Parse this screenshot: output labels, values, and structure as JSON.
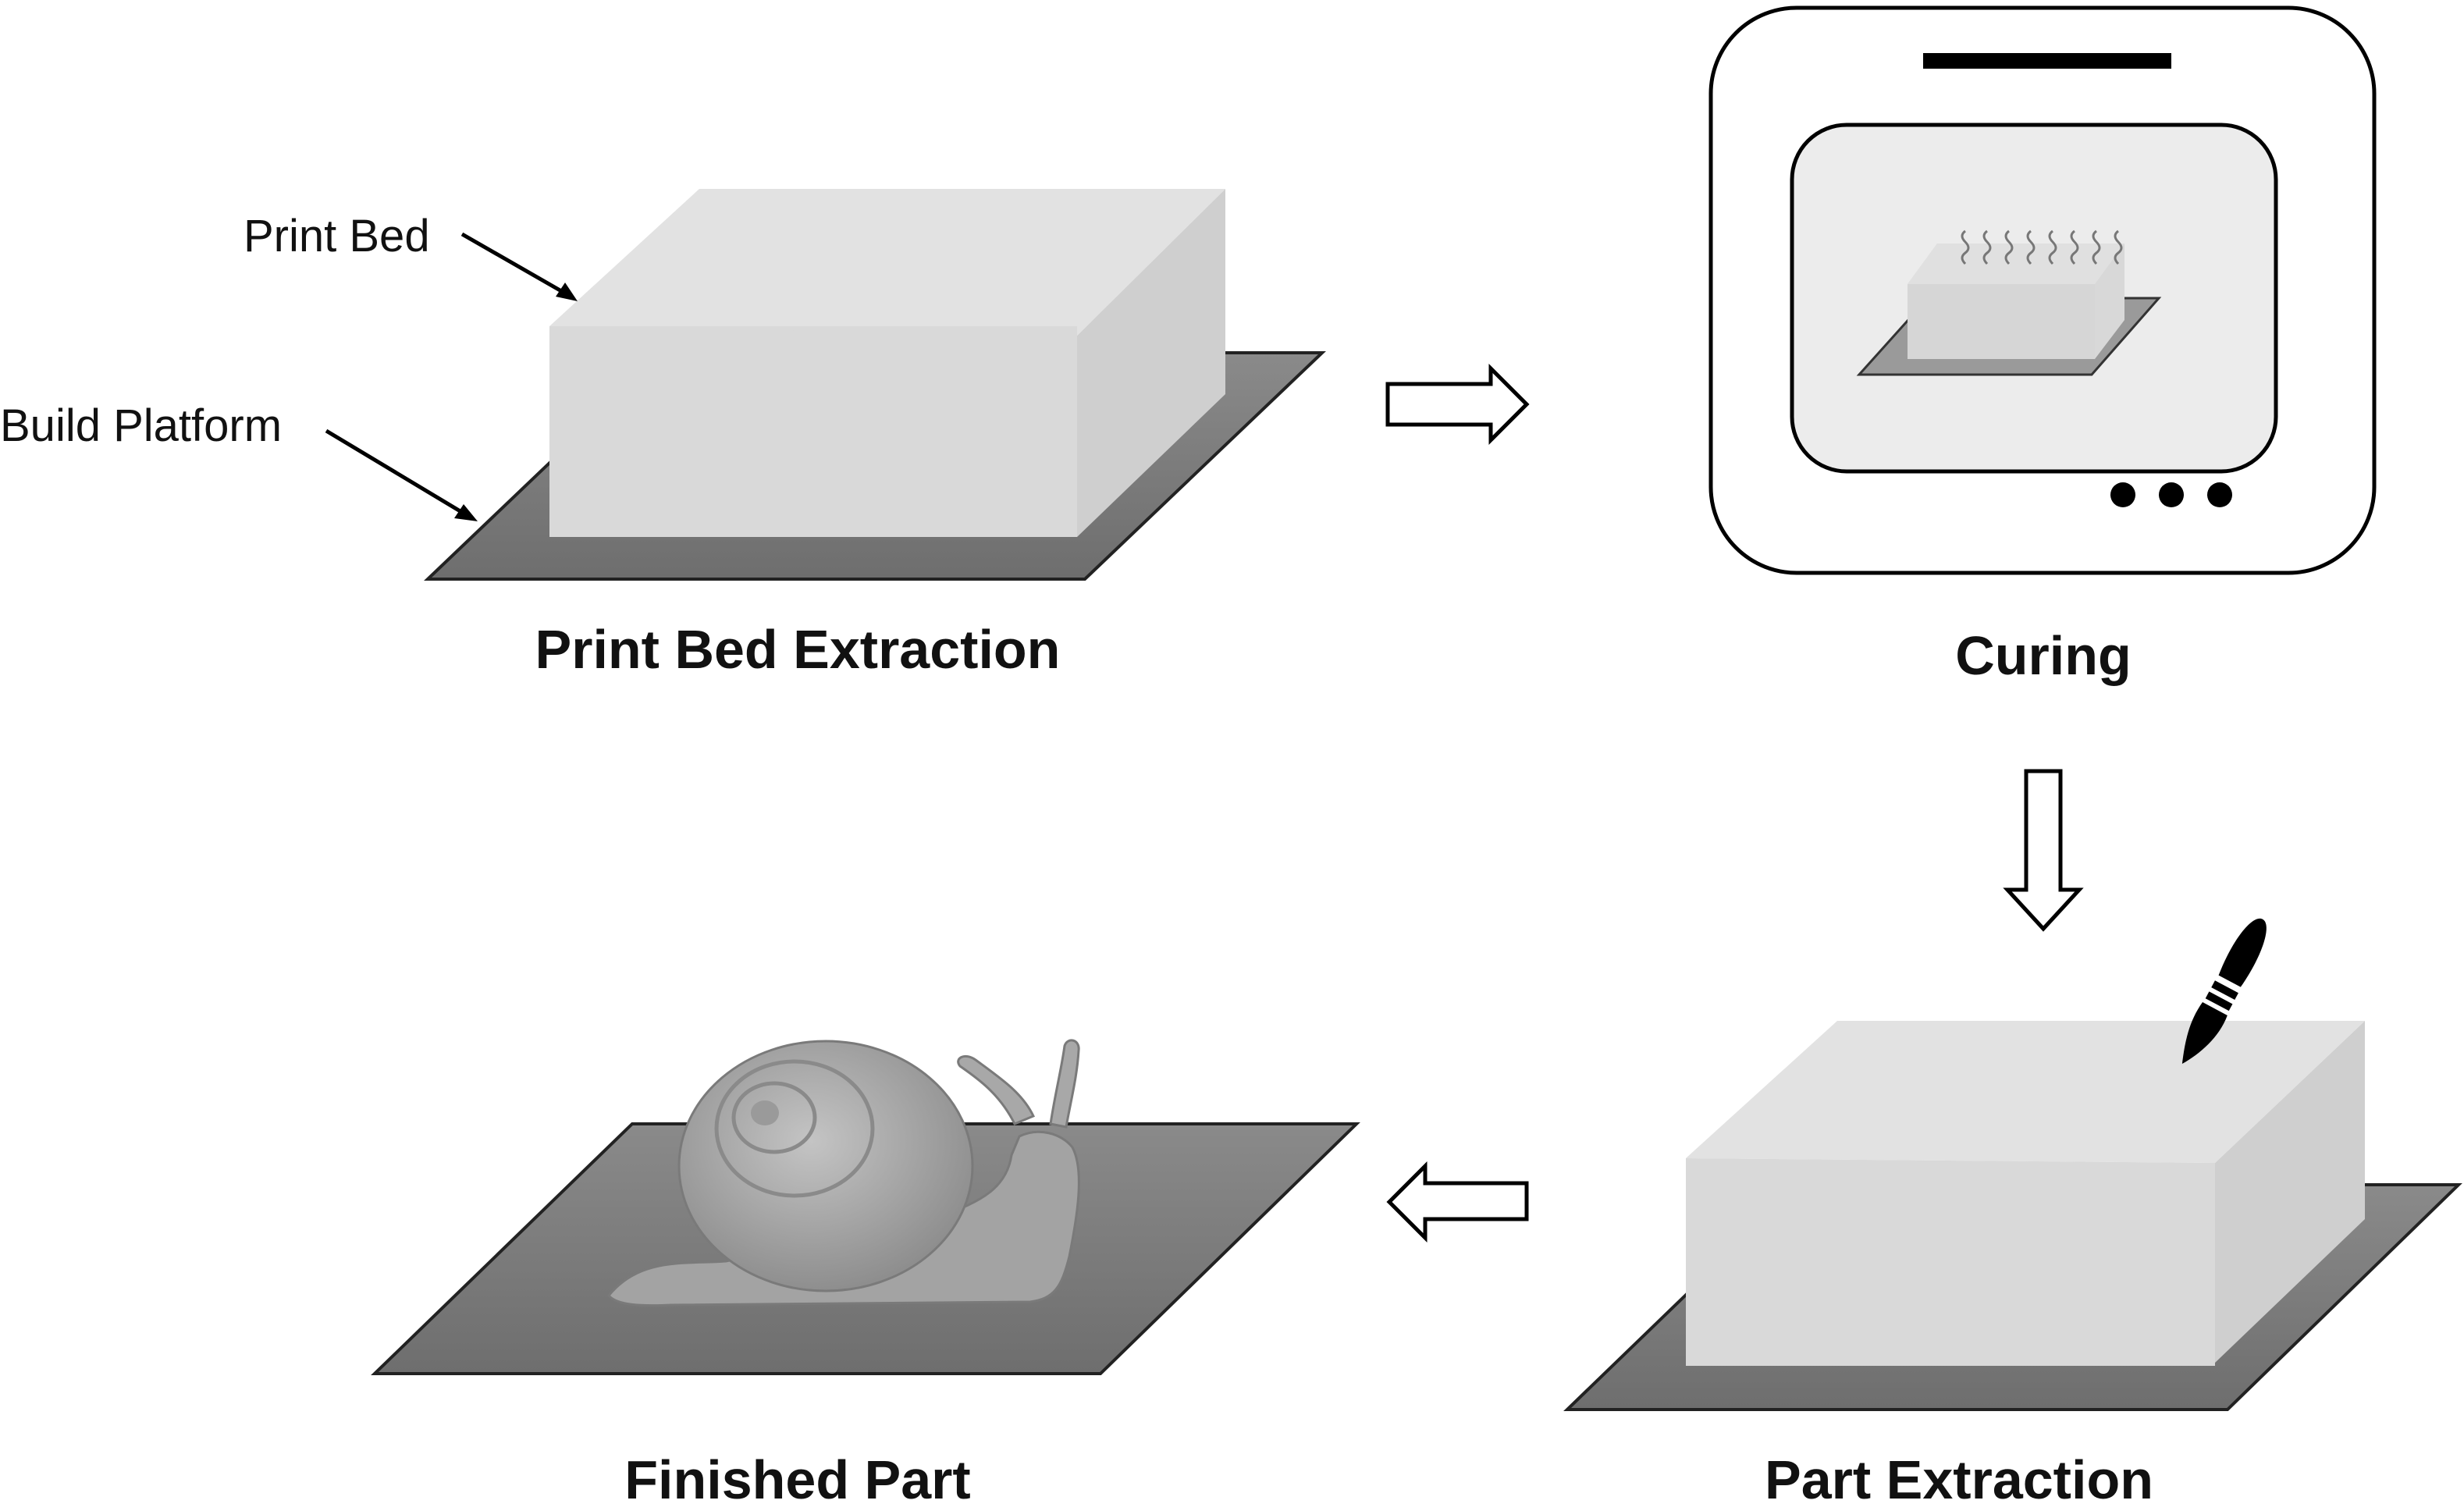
{
  "annotations": {
    "print_bed": "Print Bed",
    "build_platform": "Build Platform"
  },
  "steps": {
    "print_bed_extraction": "Print Bed Extraction",
    "curing": "Curing",
    "part_extraction": "Part Extraction",
    "finished_part": "Finished Part"
  },
  "colors": {
    "platform": "#7b7b7b",
    "print_bed_front": "#d9d9d9",
    "print_bed_top": "#e3e3e3",
    "oven_window": "#ececec",
    "snail": "#a9a9a9"
  },
  "icons": [
    "arrow-right-icon",
    "arrow-down-icon",
    "arrow-left-icon",
    "oven-icon",
    "paintbrush-icon",
    "heat-waves-icon",
    "snail-model"
  ]
}
